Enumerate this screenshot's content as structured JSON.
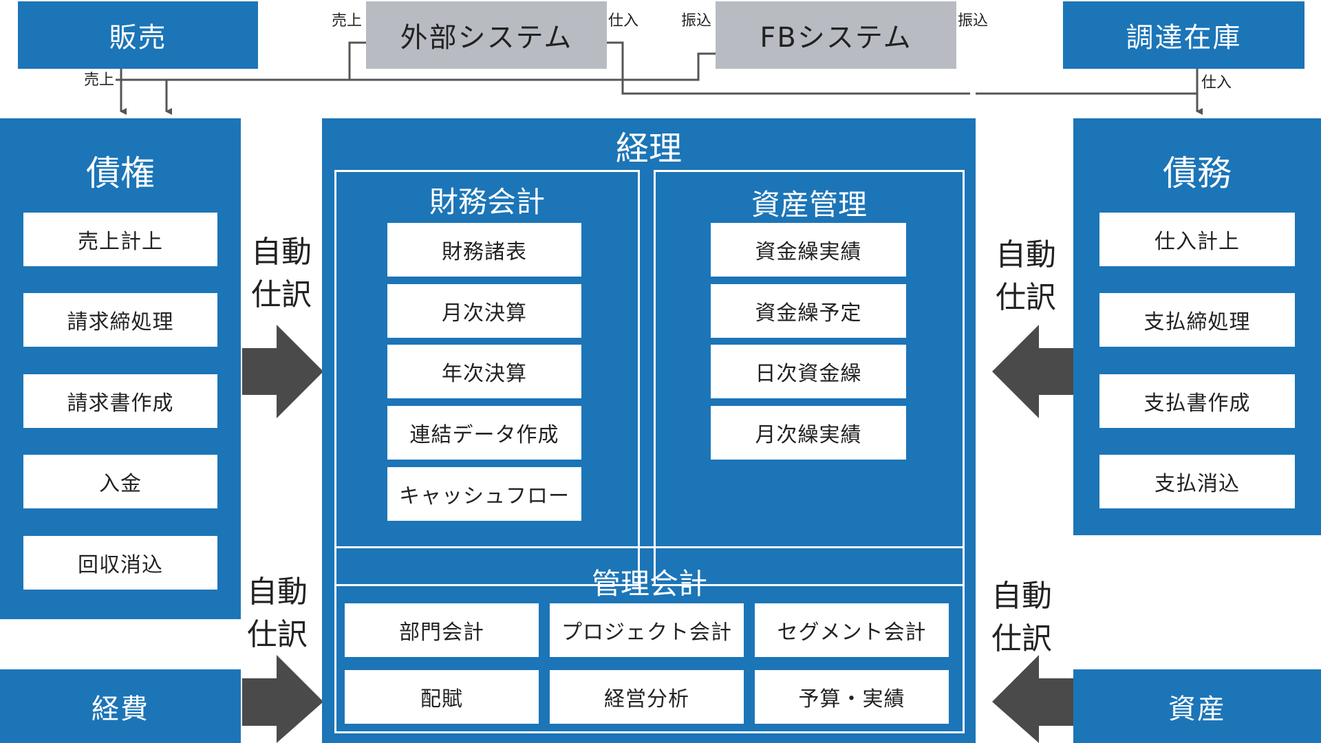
{
  "top": {
    "sales": "販売",
    "external": "外部システム",
    "fb": "FBシステム",
    "procurement": "調達在庫"
  },
  "connectors": {
    "ext_sales": "売上",
    "ext_purchase": "仕入",
    "fb_in": "振込",
    "fb_out": "振込",
    "sales_left": "売上",
    "proc_purchase": "仕入"
  },
  "receivables": {
    "title": "債権",
    "steps": [
      "売上計上",
      "請求締処理",
      "請求書作成",
      "入金",
      "回収消込"
    ]
  },
  "payables": {
    "title": "債務",
    "steps": [
      "仕入計上",
      "支払締処理",
      "支払書作成",
      "支払消込"
    ]
  },
  "accounting": {
    "title": "経理",
    "financial": {
      "title": "財務会計",
      "items": [
        "財務諸表",
        "月次決算",
        "年次決算",
        "連結データ作成",
        "キャッシュフロー"
      ]
    },
    "asset_mgmt": {
      "title": "資産管理",
      "items": [
        "資金繰実績",
        "資金繰予定",
        "日次資金繰",
        "月次繰実績"
      ]
    },
    "management": {
      "title": "管理会計",
      "items": [
        "部門会計",
        "プロジェクト会計",
        "セグメント会計",
        "配賦",
        "経営分析",
        "予算・実績"
      ]
    }
  },
  "bottom": {
    "expenses": "経費",
    "assets": "資産"
  },
  "auto_journal": {
    "line1": "自動",
    "line2": "仕訳"
  },
  "colors": {
    "primary": "#1c75b7",
    "gray": "#b8bcc2",
    "arrow": "#4a4a4a"
  }
}
